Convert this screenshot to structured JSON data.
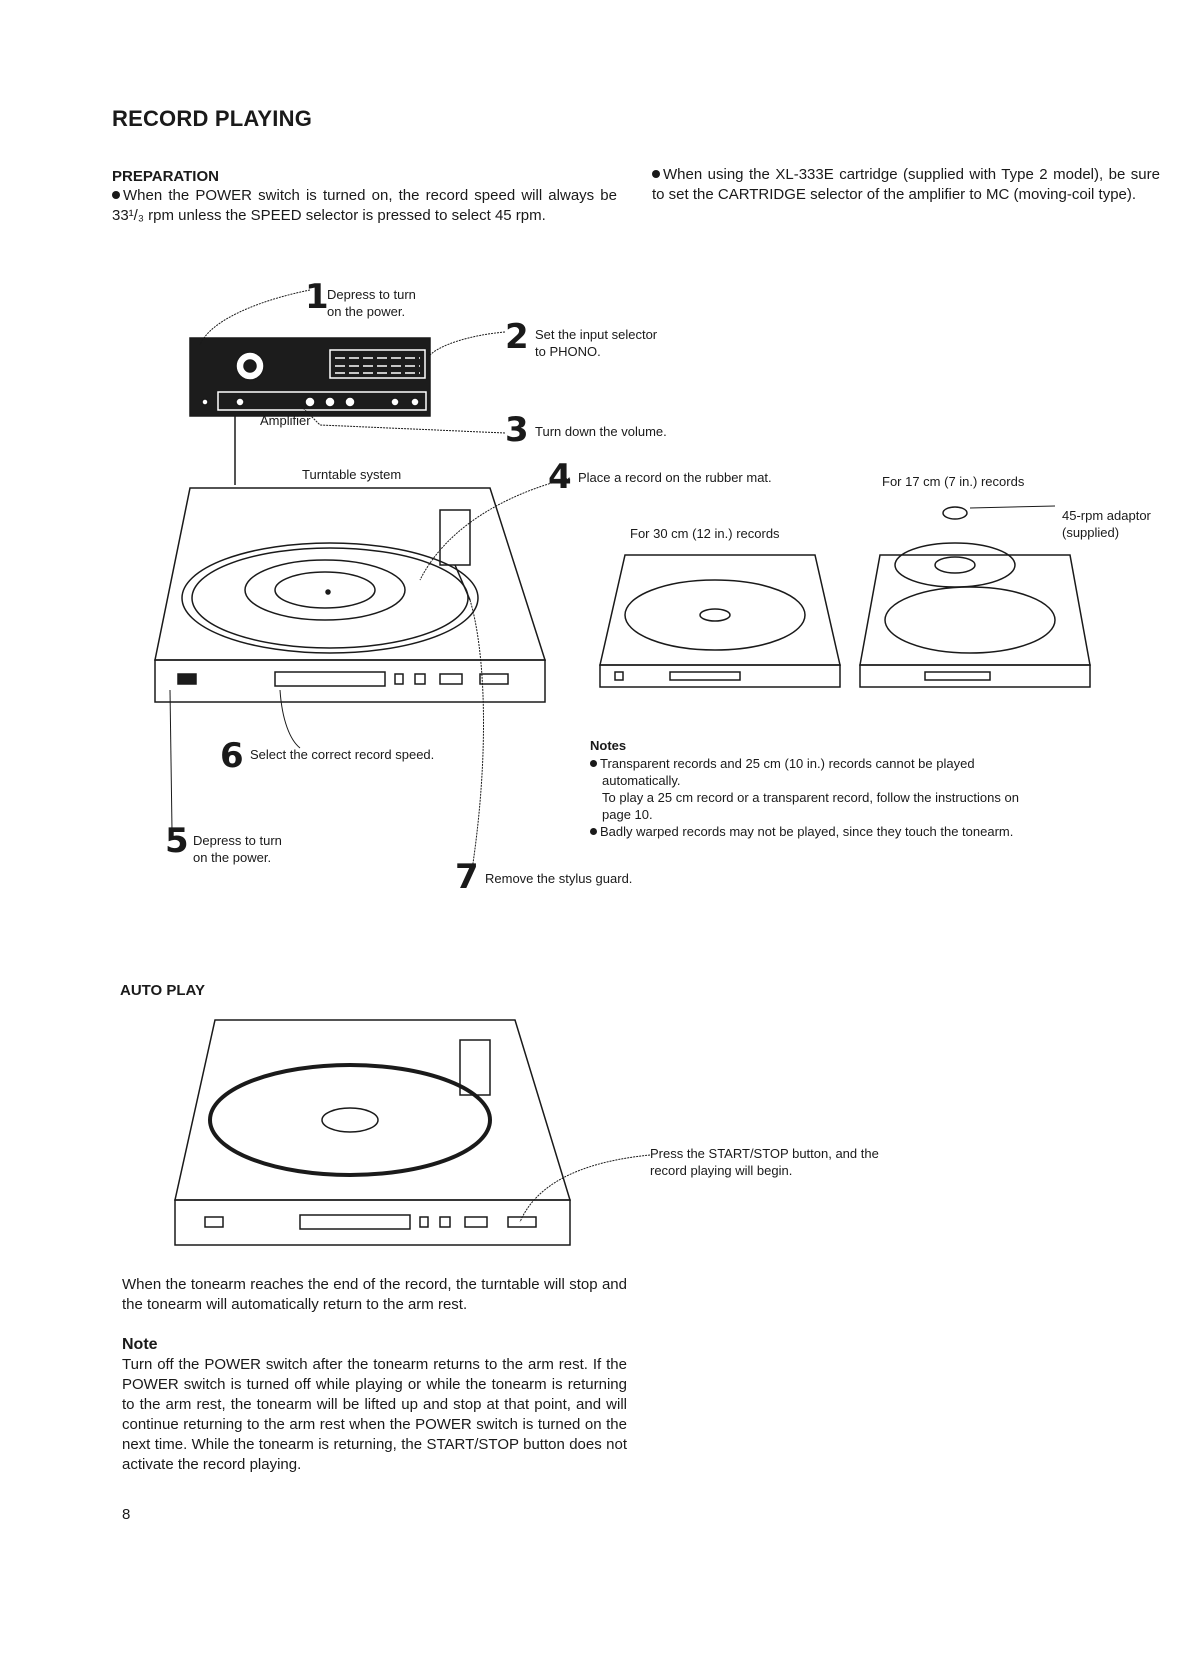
{
  "page": {
    "title": "RECORD PLAYING",
    "page_number": "8"
  },
  "preparation": {
    "heading": "PREPARATION",
    "bullet_left": "When the POWER switch is turned on, the record speed will always be 33¹/₃ rpm unless the SPEED selector is pressed to select 45 rpm.",
    "bullet_right": "When using the XL-333E cartridge (supplied with Type 2 model), be sure to set the CARTRIDGE selector of the amplifier to MC (moving-coil type)."
  },
  "diagram": {
    "amplifier_label": "Amplifier",
    "turntable_label": "Turntable system",
    "record_30_label": "For 30 cm (12 in.) records",
    "record_17_label": "For 17 cm (7 in.) records",
    "adaptor_label_1": "45-rpm adaptor",
    "adaptor_label_2": "(supplied)",
    "steps": [
      {
        "num": "1",
        "line1": "Depress to turn",
        "line2": "on the power."
      },
      {
        "num": "2",
        "line1": "Set the input selector",
        "line2": "to PHONO."
      },
      {
        "num": "3",
        "line1": "Turn down the volume.",
        "line2": ""
      },
      {
        "num": "4",
        "line1": "Place a record on the rubber mat.",
        "line2": ""
      },
      {
        "num": "5",
        "line1": "Depress to turn",
        "line2": "on the power."
      },
      {
        "num": "6",
        "line1": "Select the correct record speed.",
        "line2": ""
      },
      {
        "num": "7",
        "line1": "Remove the stylus guard.",
        "line2": ""
      }
    ]
  },
  "notes": {
    "heading": "Notes",
    "bullet1_line1": "Transparent records and 25 cm (10 in.) records cannot be played",
    "bullet1_line2": "automatically.",
    "bullet1_line3": "To play a 25 cm record or a transparent record, follow the instructions on",
    "bullet1_line4": "page 10.",
    "bullet2": "Badly warped records may not be played, since they touch the tonearm."
  },
  "auto_play": {
    "heading": "AUTO PLAY",
    "callout_line1": "Press the START/STOP button, and the",
    "callout_line2": "record playing will begin.",
    "paragraph": "When the tonearm reaches the end of the record, the turntable will stop and the tonearm will automatically return to the arm rest.",
    "note_heading": "Note",
    "note_text": "Turn off the POWER switch after the tonearm returns to the arm rest. If the POWER switch is turned off while playing or while the tonearm is returning to the arm rest, the tonearm will be lifted up and stop at that point, and will continue returning to the arm rest when the POWER switch is turned on the next time. While the tonearm is returning, the START/STOP button does not activate the record playing."
  }
}
